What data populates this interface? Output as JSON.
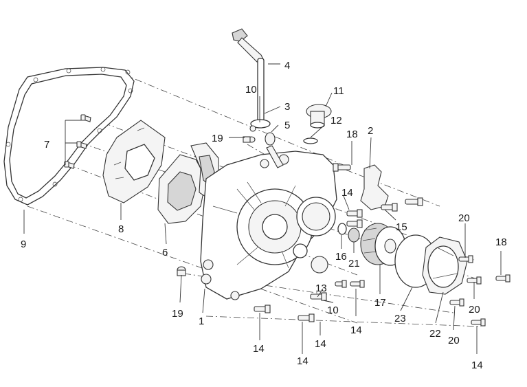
{
  "diagram": {
    "callouts": [
      "1",
      "2",
      "3",
      "4",
      "5",
      "6",
      "7",
      "8",
      "9",
      "10",
      "11",
      "12",
      "13",
      "14",
      "15",
      "16",
      "17",
      "18",
      "19",
      "20",
      "21",
      "22",
      "23"
    ],
    "parts": [
      {
        "id": "gasket",
        "callout": "9"
      },
      {
        "id": "inner-shield",
        "callout": "8"
      },
      {
        "id": "outer-shield",
        "callout": "6"
      },
      {
        "id": "crankcase-cover",
        "callout": "1"
      },
      {
        "id": "kick-shaft",
        "callout": "4"
      },
      {
        "id": "oil-filler-plug",
        "callout": "11"
      },
      {
        "id": "oil-filter",
        "callout": "17"
      },
      {
        "id": "filter-cover",
        "callout": "22"
      },
      {
        "id": "bracket",
        "callout": "2"
      }
    ]
  }
}
